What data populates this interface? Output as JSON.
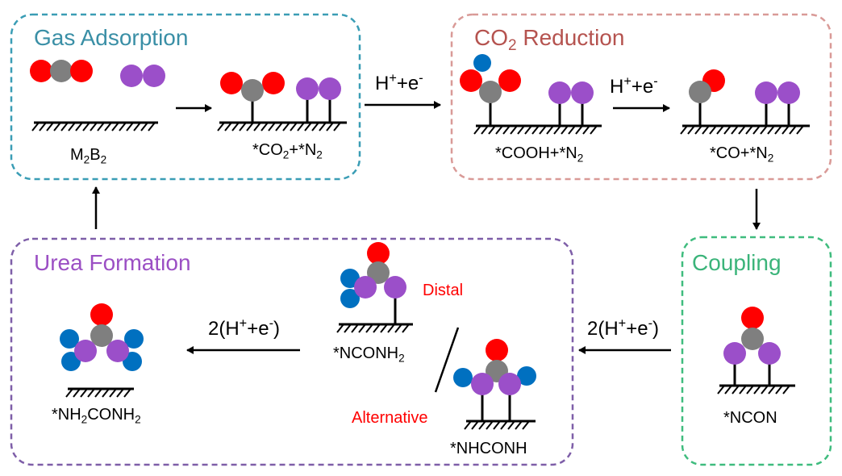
{
  "colors": {
    "gas_panel": "#3a9db5",
    "co2_panel": "#d99a97",
    "coupling_panel": "#3fbc7e",
    "urea_panel": "#7e5ea8",
    "gas_title": "#3a8fa6",
    "co2_title": "#b5534f",
    "coupling_title": "#3bb47a",
    "urea_title": "#9b4fc4",
    "oxygen": "#ff0000",
    "carbon": "#7f7f7f",
    "nitrogen": "#9b4fc9",
    "hydrogen": "#0070c0",
    "highlight_text": "#ff0000"
  },
  "icons": {
    "atom": "circle-atom-icon",
    "surface": "hatched-surface-icon",
    "arrow": "arrow-icon"
  },
  "panels": {
    "gas_adsorption": {
      "title": "Gas Adsorption",
      "substrate": {
        "main": "M",
        "sub1": "2",
        "mid": "B",
        "sub2": "2"
      },
      "adsorbed": {
        "a": "*CO",
        "sub1": "2",
        "b": "+*N",
        "sub2": "2"
      }
    },
    "co2_reduction": {
      "title_pre": "CO",
      "title_sub": "2",
      "title_post": " Reduction",
      "cooh": {
        "a": "*COOH+*N",
        "sub": "2"
      },
      "co": {
        "a": "*CO+*N",
        "sub": "2"
      }
    },
    "coupling": {
      "title": "Coupling",
      "ncon": "*NCON"
    },
    "urea_formation": {
      "title": "Urea Formation",
      "distal_label": "Distal",
      "alternative_label": "Alternative",
      "nconh2": {
        "a": "*NCONH",
        "sub": "2"
      },
      "nhconh": "*NHCONH",
      "urea": {
        "a": "*NH",
        "sub1": "2",
        "b": "CONH",
        "sub2": "2"
      }
    }
  },
  "steps": {
    "first_protonation": {
      "base": "H",
      "sup1": "+",
      "mid": "+e",
      "sup2": "-"
    },
    "second_protonation": {
      "base": "H",
      "sup1": "+",
      "mid": "+e",
      "sup2": "-"
    },
    "coupling_to_urea": {
      "pre": "2(H",
      "sup1": "+",
      "mid": "+e",
      "sup2": "-",
      "post": ")"
    },
    "final_protonation": {
      "pre": "2(H",
      "sup1": "+",
      "mid": "+e",
      "sup2": "-",
      "post": ")"
    }
  }
}
